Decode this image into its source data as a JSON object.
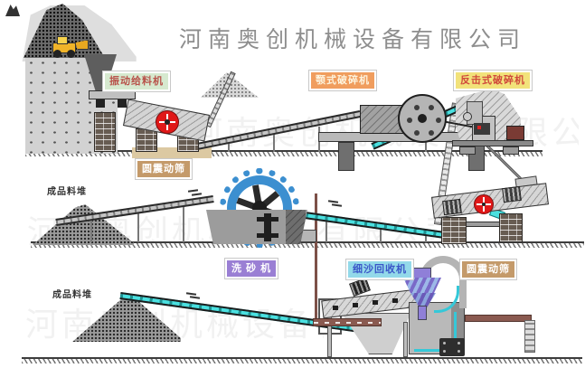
{
  "title": {
    "company": "河南奥创机械设备有限公司"
  },
  "watermark": {
    "text": "河南奥创机械设备有限公司"
  },
  "equipment_labels": {
    "vibrating_feeder": "振动给料机",
    "jaw_crusher": "颚式破碎机",
    "impact_crusher": "反击式破碎机",
    "circular_vibrating_screen_1": "圆震动筛",
    "sand_washer": "洗 砂 机",
    "fine_sand_recycling_machine": "细沙回收机",
    "circular_vibrating_screen_2": "圆震动筛"
  },
  "text_labels": {
    "stockpile_1": "成品料堆",
    "stockpile_2": "成品料堆"
  },
  "colors": {
    "feeder_label_bg": "#d6e9cf",
    "feeder_label_text": "#b8524a",
    "jaw_label_bg": "#f09d5e",
    "jaw_label_text": "#fdf3dd",
    "impact_label_bg": "#f2e27a",
    "impact_label_text": "#d04a3c",
    "screen_label_bg": "#c49a6a",
    "screen_label_text": "#ffffff",
    "washer_label_bg": "#9a7fd4",
    "washer_label_text": "#ffffff",
    "recycler_label_bg": "#93d9e9",
    "recycler_label_text": "#3a55c8",
    "conveyor_cyan": "#4ae0e0",
    "washer_wheel_blue": "#3c8fd0",
    "motor_red": "#e01818",
    "title_gray": "#8e8e8e"
  }
}
